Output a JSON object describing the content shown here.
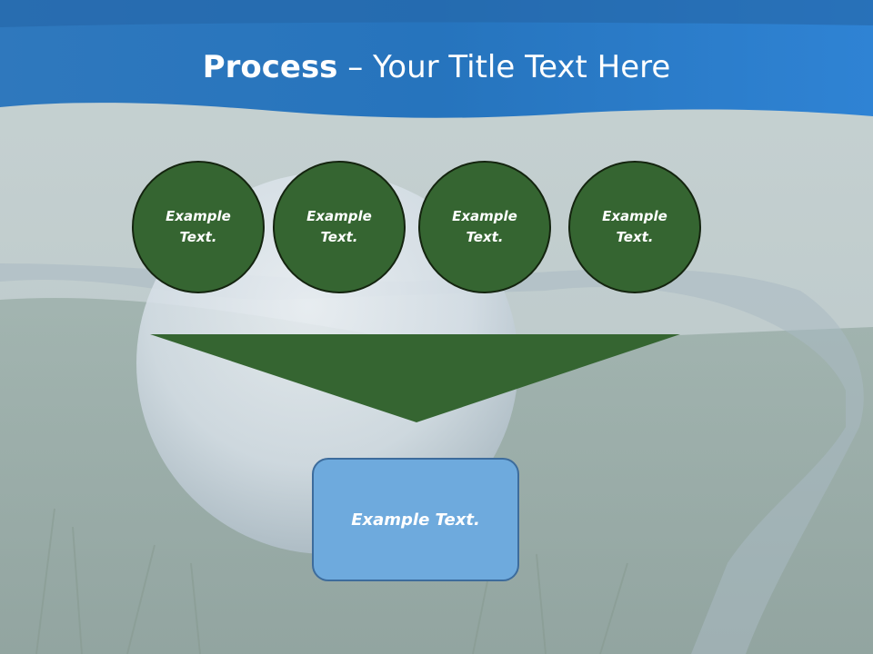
{
  "slide": {
    "title_strong": "Process",
    "title_rest": " – Your Title Text Here",
    "circles": [
      {
        "label": "Example\nText."
      },
      {
        "label": "Example\nText."
      },
      {
        "label": "Example\nText."
      },
      {
        "label": "Example\nText."
      }
    ],
    "result_box": {
      "label": "Example Text."
    }
  },
  "colors": {
    "header_blue": "#2a7cc5",
    "circle_fill": "#356531",
    "arrow_fill": "#356531",
    "box_fill": "#6eaadd",
    "box_border": "#3d6c9c"
  }
}
